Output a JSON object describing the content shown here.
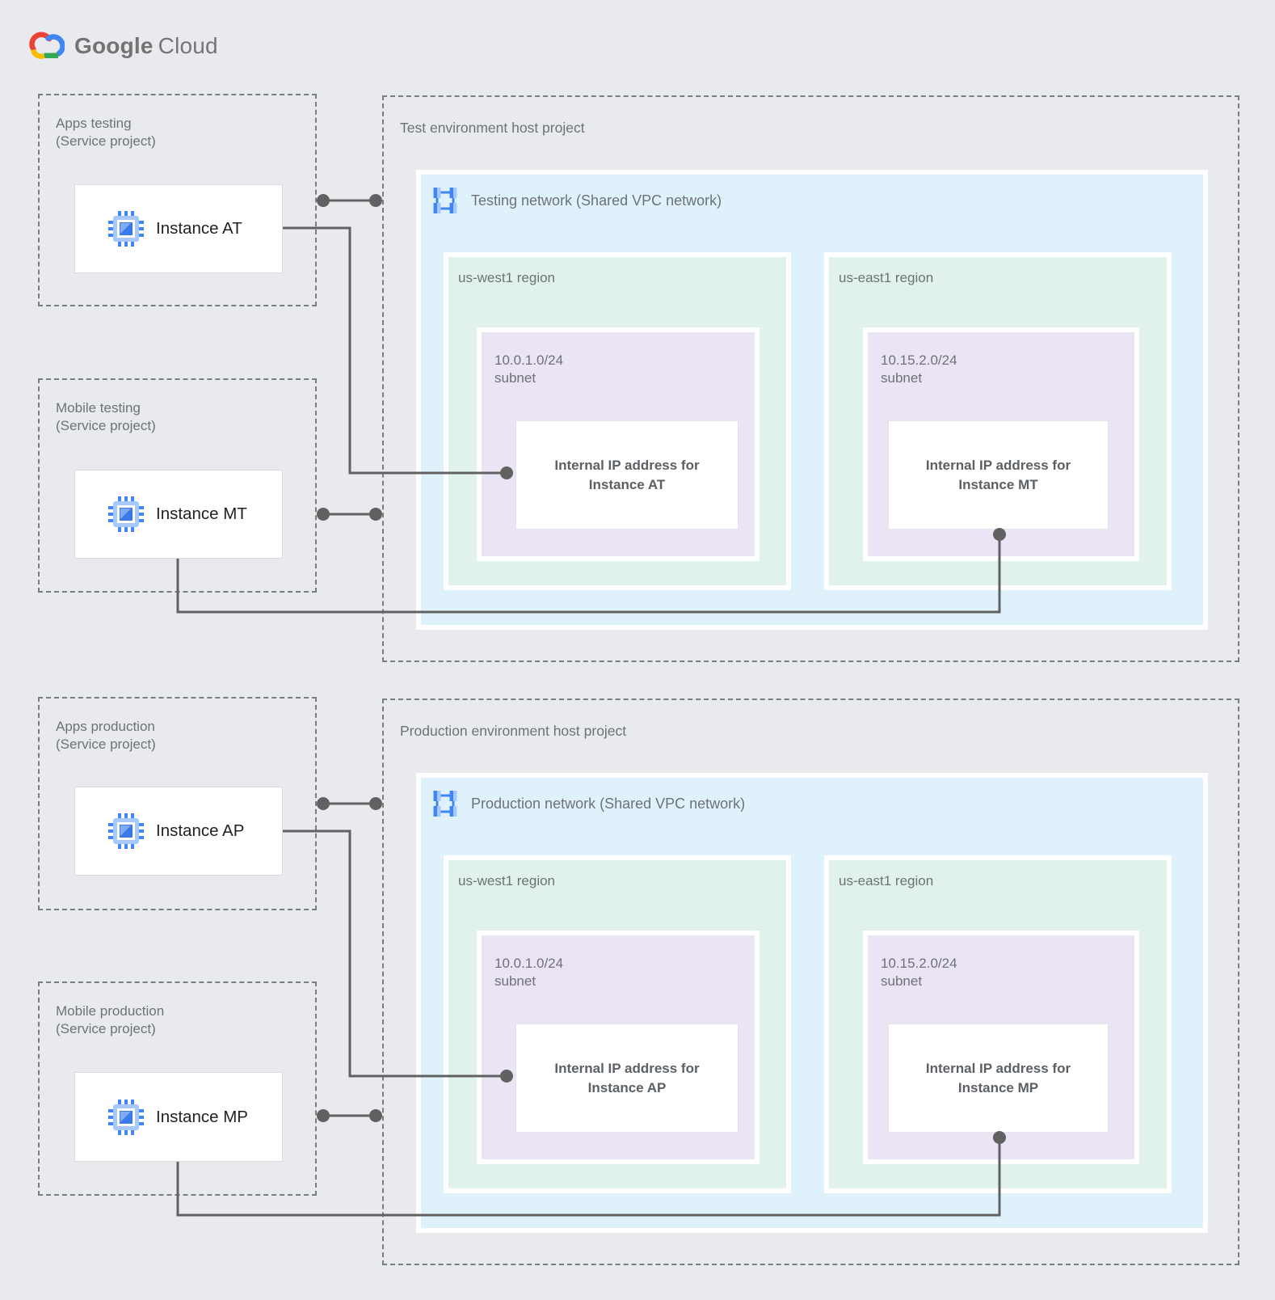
{
  "logo": {
    "brand": "Google",
    "product": "Cloud"
  },
  "icons": {
    "logo": "google-cloud-logo-icon",
    "instance": "chip-icon",
    "network": "vpc-network-icon"
  },
  "colors": {
    "background": "#E8EAED",
    "network_fill": "#DFF2FC",
    "region_fill": "#E0F2E9",
    "subnet_fill": "#EAE4F4",
    "dashed_border": "#7A7E83",
    "connector": "#616161",
    "accent_blue": "#4285F4",
    "accent_blue_light": "#A8C7FA",
    "logo_red": "#EA4335",
    "logo_yellow": "#FBBC04",
    "logo_green": "#34A853",
    "label_gray": "#6E7276",
    "instance_text": "#202124"
  },
  "service_projects": [
    {
      "title": "Apps testing",
      "subtitle": "(Service project)",
      "instance": "Instance AT"
    },
    {
      "title": "Mobile testing",
      "subtitle": "(Service project)",
      "instance": "Instance MT"
    },
    {
      "title": "Apps production",
      "subtitle": "(Service project)",
      "instance": "Instance AP"
    },
    {
      "title": "Mobile production",
      "subtitle": "(Service project)",
      "instance": "Instance MP"
    }
  ],
  "host_projects": [
    {
      "title": "Test environment host project",
      "network_label": "Testing network (Shared VPC network)",
      "regions": [
        {
          "name": "us-west1 region",
          "cidr": "10.0.1.0/24",
          "cidr_suffix": "subnet",
          "ip_line1": "Internal IP address for",
          "ip_line2": "Instance AT"
        },
        {
          "name": "us-east1 region",
          "cidr": "10.15.2.0/24",
          "cidr_suffix": "subnet",
          "ip_line1": "Internal IP address for",
          "ip_line2": "Instance MT"
        }
      ]
    },
    {
      "title": "Production environment host project",
      "network_label": "Production network (Shared VPC network)",
      "regions": [
        {
          "name": "us-west1 region",
          "cidr": "10.0.1.0/24",
          "cidr_suffix": "subnet",
          "ip_line1": "Internal IP address for",
          "ip_line2": "Instance AP"
        },
        {
          "name": "us-east1 region",
          "cidr": "10.15.2.0/24",
          "cidr_suffix": "subnet",
          "ip_line1": "Internal IP address for",
          "ip_line2": "Instance MP"
        }
      ]
    }
  ]
}
